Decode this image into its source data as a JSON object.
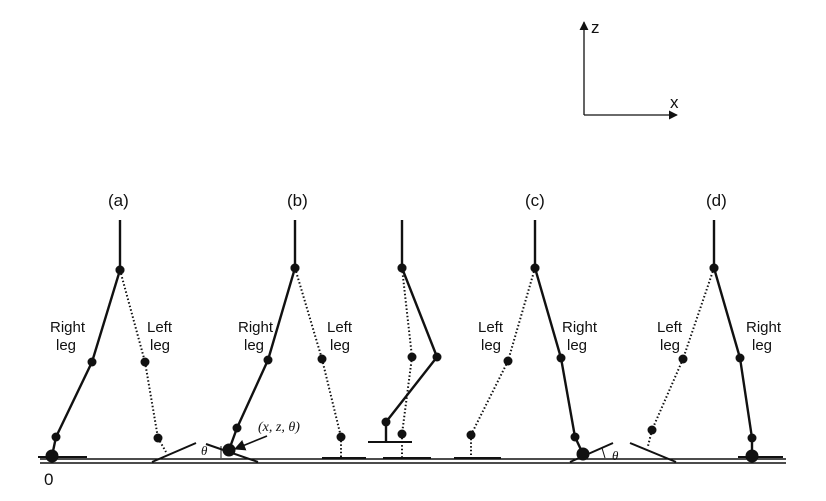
{
  "colors": {
    "ink": "#111111",
    "background": "#ffffff"
  },
  "axes": {
    "z_label": "z",
    "x_label": "x"
  },
  "origin_label": "0",
  "panels": [
    {
      "id": "a",
      "label": "(a)",
      "legs": [
        {
          "name": "Right leg",
          "label_lines": [
            "Right",
            "leg"
          ],
          "style": "solid"
        },
        {
          "name": "Left leg",
          "label_lines": [
            "Left",
            "leg"
          ],
          "style": "dotted"
        }
      ]
    },
    {
      "id": "b",
      "label": "(b)",
      "legs": [
        {
          "name": "Right leg",
          "label_lines": [
            "Right",
            "leg"
          ],
          "style": "solid"
        },
        {
          "name": "Left leg",
          "label_lines": [
            "Left",
            "leg"
          ],
          "style": "dotted"
        }
      ],
      "annotation": "(x, z, θ)",
      "angle_label": "θ"
    },
    {
      "id": "b2",
      "label": "",
      "legs": [
        {
          "name": "Right leg",
          "style": "solid"
        },
        {
          "name": "Left leg",
          "style": "dotted"
        }
      ]
    },
    {
      "id": "c",
      "label": "(c)",
      "legs": [
        {
          "name": "Left leg",
          "label_lines": [
            "Left",
            "leg"
          ],
          "style": "dotted"
        },
        {
          "name": "Right leg",
          "label_lines": [
            "Right",
            "leg"
          ],
          "style": "solid"
        }
      ],
      "angle_label": "θ"
    },
    {
      "id": "d",
      "label": "(d)",
      "legs": [
        {
          "name": "Left leg",
          "label_lines": [
            "Left",
            "leg"
          ],
          "style": "dotted"
        },
        {
          "name": "Right leg",
          "label_lines": [
            "Right",
            "leg"
          ],
          "style": "solid"
        }
      ]
    }
  ]
}
